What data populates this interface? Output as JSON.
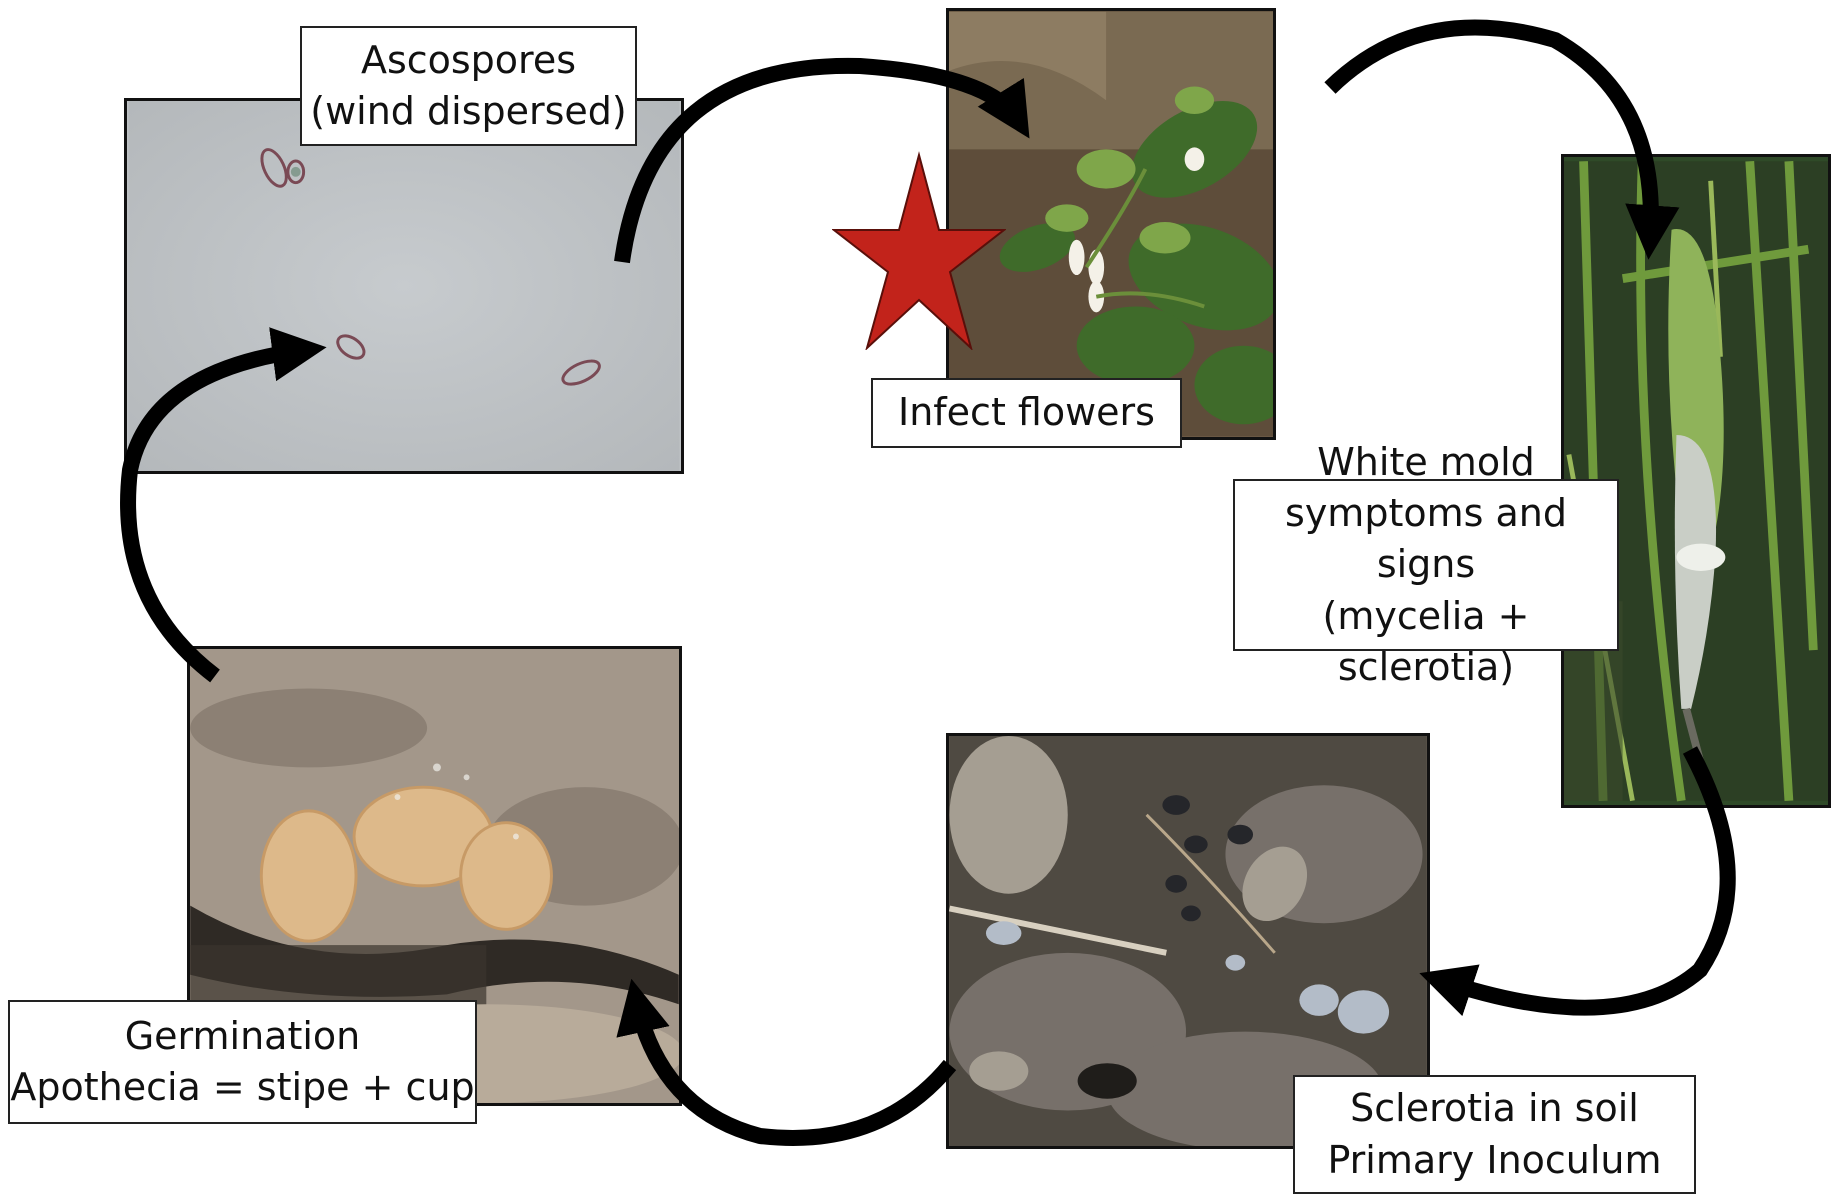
{
  "stages": {
    "ascospores": {
      "line1": "Ascospores",
      "line2": "(wind dispersed)"
    },
    "infect": {
      "line1": "Infect flowers"
    },
    "whitemold": {
      "line1": "White mold",
      "line2": "symptoms and signs",
      "line3": "(mycelia + sclerotia)"
    },
    "sclerotia": {
      "line1": "Sclerotia in soil",
      "line2": "Primary Inoculum"
    },
    "germination": {
      "line1": "Germination",
      "line2": "Apothecia = stipe + cup"
    }
  },
  "colors": {
    "star": "#c2231b",
    "arrow": "#000000",
    "border": "#111111"
  },
  "icons": {
    "infection_marker": "star-icon",
    "cycle_arrows": "curved-arrow-icon"
  }
}
